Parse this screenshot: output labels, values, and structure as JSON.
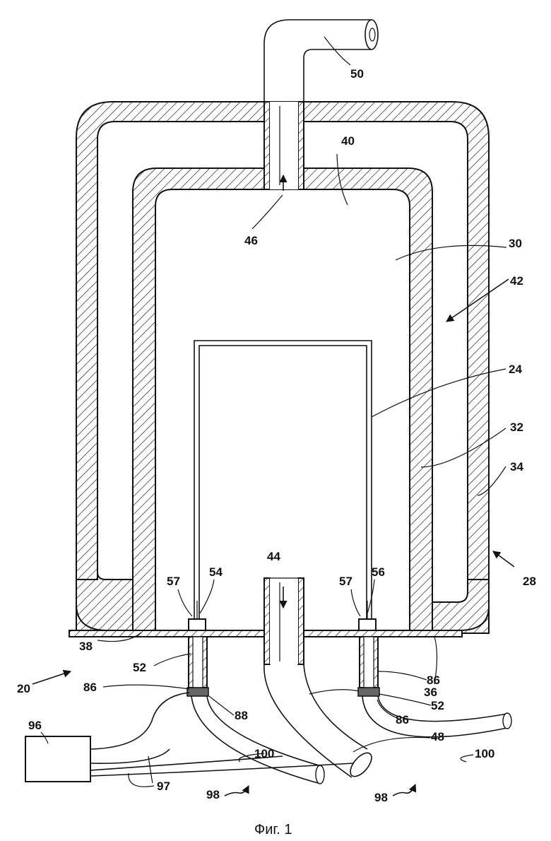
{
  "figure": {
    "caption": "Фиг. 1",
    "labels": {
      "l50": "50",
      "l40": "40",
      "l46": "46",
      "l30": "30",
      "l42": "42",
      "l24": "24",
      "l32": "32",
      "l34": "34",
      "l28": "28",
      "l44": "44",
      "l57a": "57",
      "l54": "54",
      "l57b": "57",
      "l56": "56",
      "l38": "38",
      "l36": "36",
      "l20": "20",
      "l52a": "52",
      "l86a": "86",
      "l96": "96",
      "l88": "88",
      "l86b": "86",
      "l52b": "52",
      "l86c": "86",
      "l48": "48",
      "l100a": "100",
      "l100b": "100",
      "l97": "97",
      "l98a": "98",
      "l98b": "98"
    }
  }
}
